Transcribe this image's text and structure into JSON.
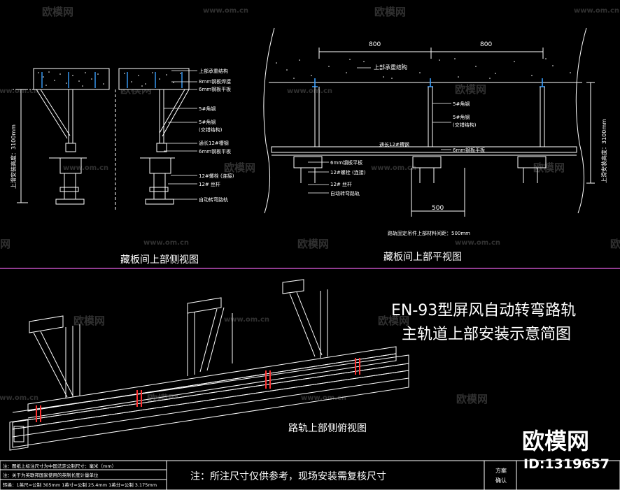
{
  "watermark": {
    "site": "www.om.cn",
    "brand": "欧模网"
  },
  "side_view": {
    "caption": "藏板间上部侧视图",
    "height_label": "上滑安装高度：3100mm",
    "labels": [
      "上部承重结构",
      "8mm钢板焊接",
      "6mm钢板平板",
      "5#角钢",
      "5#角钢",
      "(交错结构)",
      "通长12#槽钢",
      "6mm钢板平板",
      "12#螺栓 (连接)",
      "12# 丝杆",
      "自动转弯路轨"
    ]
  },
  "plan_view": {
    "caption": "藏板间上部平视图",
    "height_label": "上滑安装高度：3100mm",
    "dim_top": [
      "800",
      "800"
    ],
    "dim_bottom": "500",
    "labels": [
      "上部承重结构",
      "5#角钢",
      "5#角钢",
      "(交错结构)",
      "通长12#槽钢",
      "6mm钢板平板",
      "6mm钢板平板",
      "12#螺栓 (连接)",
      "12# 丝杆",
      "自动转弯路轨"
    ],
    "note": "路轨固定吊件上部材料间距：500mm"
  },
  "title": {
    "line1": "EN-93型屏风自动转弯路轨",
    "line2": "主轨道上部安装示意简图"
  },
  "iso_view": {
    "caption": "路轨上部侧俯视图"
  },
  "footer": {
    "note1": "注：图纸上标注尺寸为中国法定公制尺寸：毫米（mm）",
    "note2": "注：关于为英联邦国家使用的英制长度计量单位",
    "note3": "转换：1英尺=公制 305mm  1英寸=公制 25.4mm  1英分=公制 3.175mm",
    "main_note": "注：所注尺寸仅供参考，现场安装需复核尺寸",
    "box_label": "方案",
    "box_label2": "确认"
  },
  "brand_block": {
    "name": "欧模网",
    "id": "ID:1319657"
  }
}
